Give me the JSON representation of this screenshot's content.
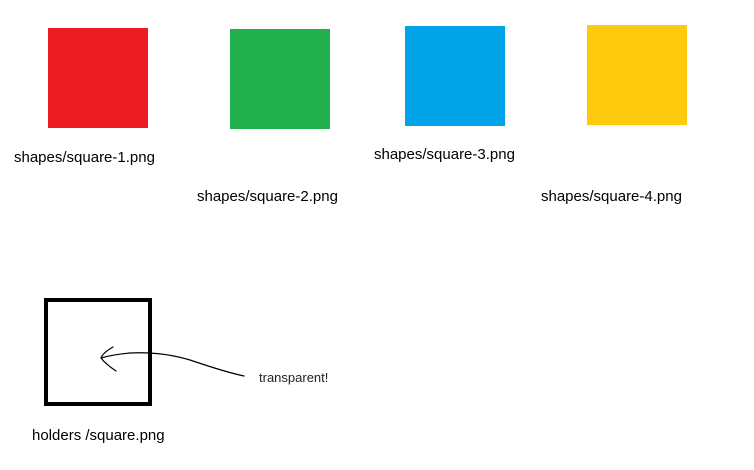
{
  "shapes": [
    {
      "label": "shapes/square-1.png",
      "color": "#ed1c24"
    },
    {
      "label": "shapes/square-2.png",
      "color": "#22b14c"
    },
    {
      "label": "shapes/square-3.png",
      "color": "#00a2e8"
    },
    {
      "label": "shapes/square-4.png",
      "color": "#ffc90e"
    }
  ],
  "holder": {
    "label": "holders /square.png",
    "border_color": "#000000"
  },
  "annotation": {
    "text": "transparent!",
    "arrow_icon": "hand-drawn-arrow-icon"
  }
}
